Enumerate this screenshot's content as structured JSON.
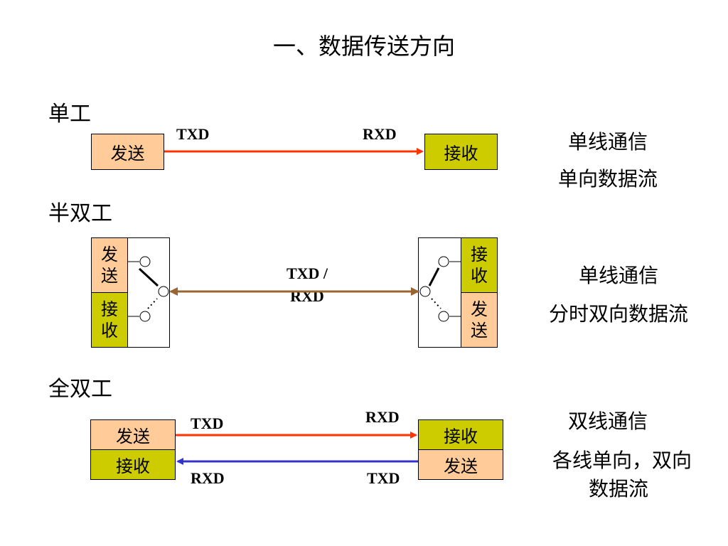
{
  "title": "一、数据传送方向",
  "simplex": {
    "heading": "单工",
    "send_label": "发送",
    "recv_label": "接收",
    "tx_label": "TXD",
    "rx_label": "RXD",
    "desc_line1": "单线通信",
    "desc_line2": "单向数据流",
    "arrow_color": "#ff3300"
  },
  "half_duplex": {
    "heading": "半双工",
    "left_send": [
      "发",
      "送"
    ],
    "left_recv": [
      "接",
      "收"
    ],
    "right_recv": [
      "接",
      "收"
    ],
    "right_send": [
      "发",
      "送"
    ],
    "link_label_line1": "TXD /",
    "link_label_line2": "RXD",
    "desc_line1": "单线通信",
    "desc_line2": "分时双向数据流",
    "arrow_color": "#996633"
  },
  "full_duplex": {
    "heading": "全双工",
    "left_send": "发送",
    "left_recv": "接收",
    "right_recv": "接收",
    "right_send": "发送",
    "top_left_label": "TXD",
    "top_right_label": "RXD",
    "bottom_left_label": "RXD",
    "bottom_right_label": "TXD",
    "desc_line1": "双线通信",
    "desc_line2": "各线单向，双向",
    "desc_line3": "数据流",
    "top_arrow_color": "#ff3300",
    "bottom_arrow_color": "#3333cc"
  }
}
